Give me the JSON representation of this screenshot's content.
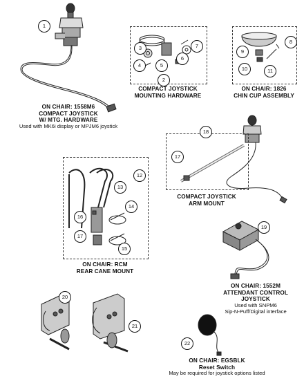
{
  "sections": {
    "joystick": {
      "title": "ON CHAIR: 1558M6",
      "lines": [
        "COMPACT JOYSTICK",
        "W/ MTG.  HARDWARE"
      ],
      "note": "Used with MK6i display or MPJM6 joystick"
    },
    "mounting_hardware": {
      "lines": [
        "COMPACT JOYSTICK",
        "MOUNTING HARDWARE"
      ]
    },
    "chin_cup": {
      "lines": [
        "ON CHAIR: 1826",
        "CHIN CUP ASSEMBLY"
      ]
    },
    "arm_mount": {
      "lines": [
        "COMPACT JOYSTICK",
        "ARM MOUNT"
      ]
    },
    "rcm": {
      "lines": [
        "ON CHAIR: RCM",
        "REAR CANE MOUNT"
      ]
    },
    "attendant": {
      "lines": [
        "ON CHAIR: 1552M",
        "ATTENDANT CONTROL",
        "JOYSTICK"
      ],
      "notes": [
        "Used with SNPM6",
        "Sip-N-Puff/Digital interface"
      ]
    },
    "reset_switch": {
      "lines": [
        "ON CHAIR: EGSBLK",
        "Reset Switch"
      ],
      "note": "May be required for joystick options listed"
    }
  },
  "callouts": [
    "1",
    "2",
    "3",
    "4",
    "5",
    "6",
    "7",
    "8",
    "9",
    "10",
    "11",
    "12",
    "13",
    "14",
    "15",
    "16",
    "17",
    "18",
    "19",
    "20",
    "21",
    "22"
  ]
}
